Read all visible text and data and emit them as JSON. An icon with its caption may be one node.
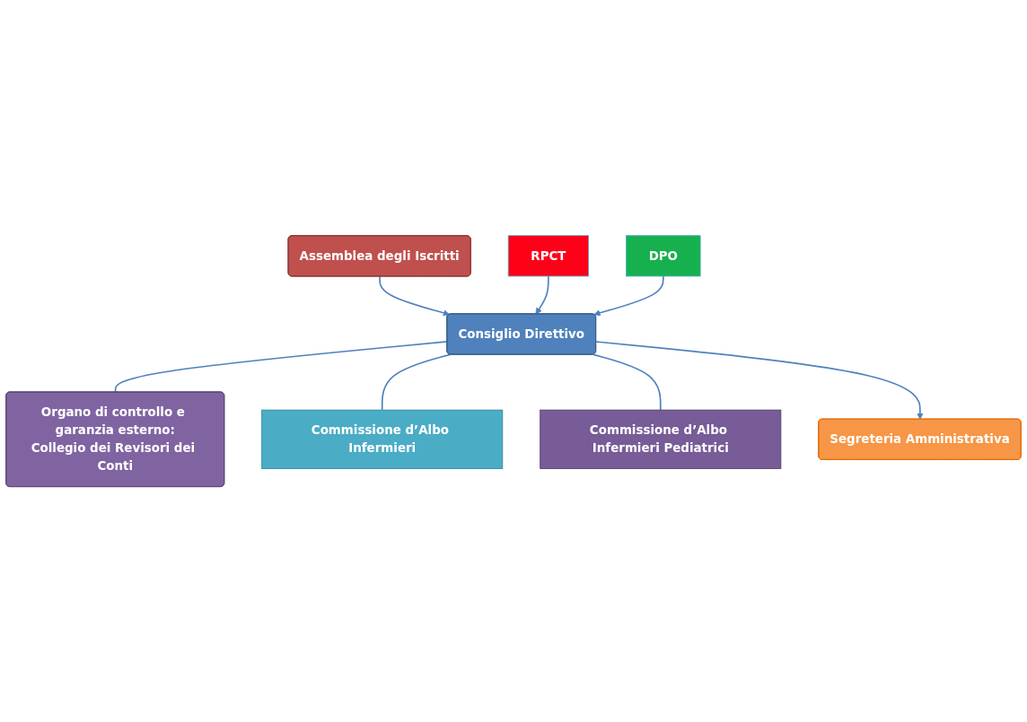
{
  "diagram": {
    "nodes": [
      {
        "text": [
          "Assemblea degli Iscritti"
        ]
      },
      {
        "text": [
          "Organo di controllo e garanzia esterno:",
          "Collegio dei Revisori dei Conti"
        ]
      },
      {
        "text": [
          "Consiglio Direttivo"
        ]
      },
      {
        "text": [
          "Commissione d’Albo Infermieri"
        ]
      },
      {
        "text": [
          "Commissione d’Albo Infermieri Pediatrici"
        ]
      },
      {
        "text": [
          "RPCT"
        ]
      },
      {
        "text": [
          "Segreteria Amministrativa"
        ]
      },
      {
        "text": [
          "DPO"
        ]
      }
    ],
    "edges": [
      {
        "from": 0,
        "to": 2,
        "arrow": "to"
      },
      {
        "from": 2,
        "to": 1,
        "arrow": "none"
      },
      {
        "from": 2,
        "to": 3,
        "arrow": "none"
      },
      {
        "from": 2,
        "to": 4,
        "arrow": "none"
      },
      {
        "from": 2,
        "to": 6,
        "arrow": "to"
      },
      {
        "from": 5,
        "to": 2,
        "arrow": "to"
      },
      {
        "from": 7,
        "to": 2,
        "arrow": "to"
      }
    ]
  }
}
